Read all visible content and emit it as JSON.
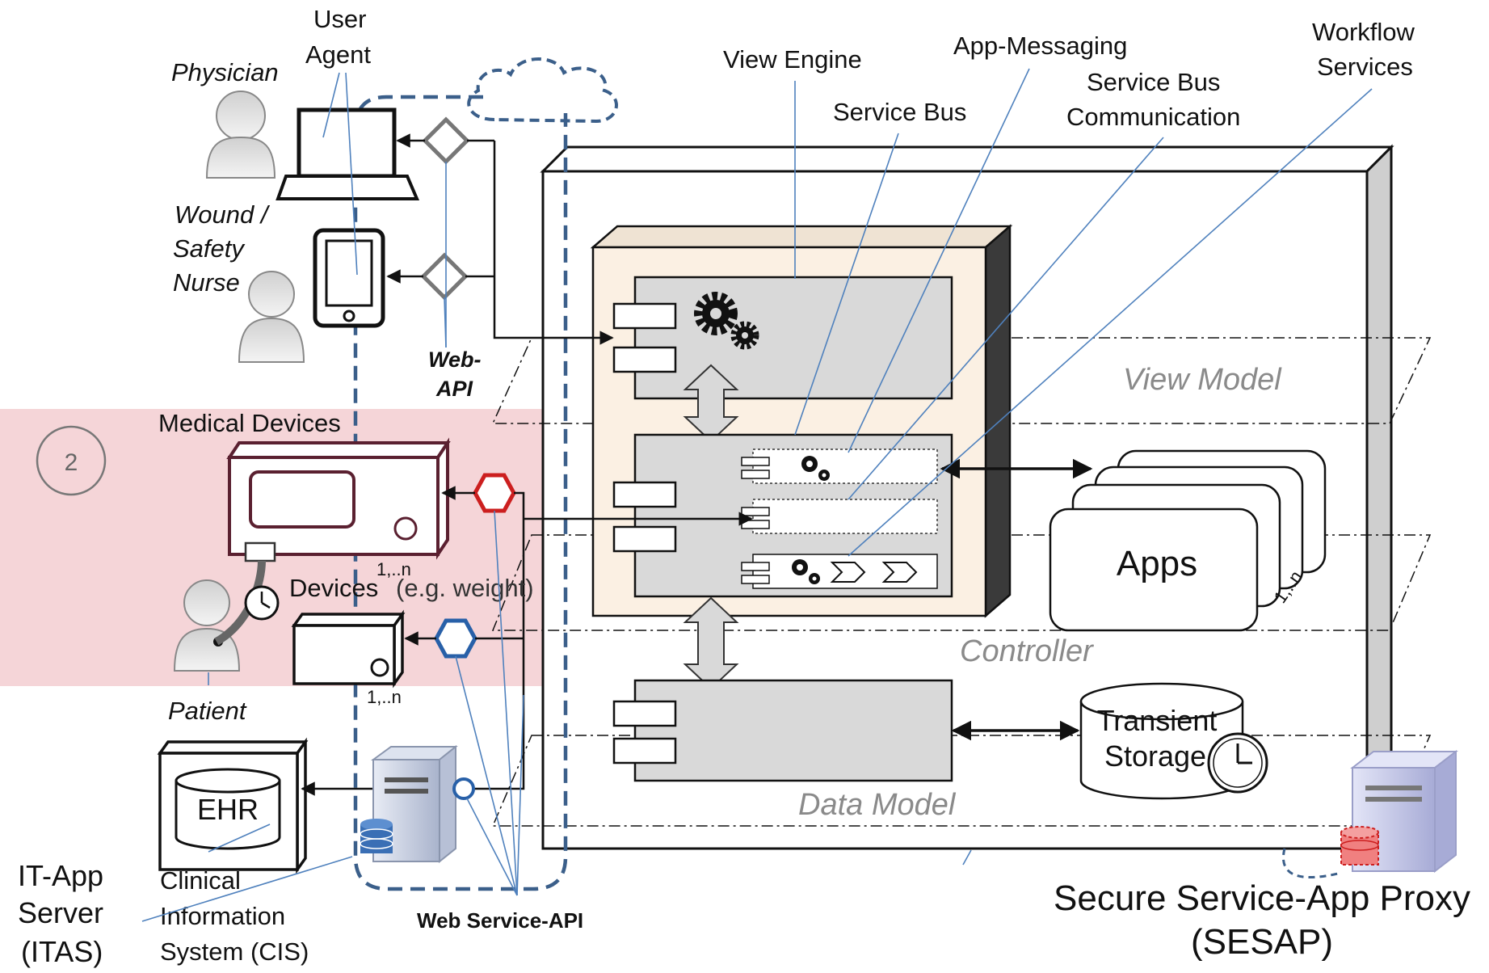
{
  "labels": {
    "physician": "Physician",
    "user_agent": "User Agent",
    "wound_nurse": "Wound / Safety Nurse",
    "web_api": "Web-API",
    "medical_devices": "Medical Devices",
    "devices": "Devices",
    "devices_example": "(e.g. weight)",
    "multiplicity_1": "1,..n",
    "multiplicity_2": "1,..n",
    "multiplicity_apps": "1,..n",
    "patient": "Patient",
    "ehr": "EHR",
    "cis": "Clinical Information System (CIS)",
    "itas": "IT-App Server (ITAS)",
    "web_service_api": "Web Service-API",
    "view_engine": "View Engine",
    "service_bus": "Service Bus",
    "app_messaging": "App-Messaging",
    "service_bus_comm": "Service Bus Communication",
    "workflow_services": "Workflow Services",
    "view_model": "View Model",
    "controller": "Controller",
    "data_model": "Data Model",
    "apps": "Apps",
    "transient_storage": "Transient Storage",
    "sesap": "Secure Service-App Proxy (SESAP)",
    "step_number": "2"
  },
  "colors": {
    "highlight": "#f5d5d8",
    "medical_device_border": "#5a2030",
    "hexagon_red": "#cc1f1f",
    "hexagon_blue": "#2860a8",
    "cloud_dash": "#3b5f8a",
    "panel_fill": "#fbf0e3",
    "component_fill": "#d9d9d9",
    "leader_line": "#4f81bd",
    "layer_text": "#8a8a8a"
  }
}
